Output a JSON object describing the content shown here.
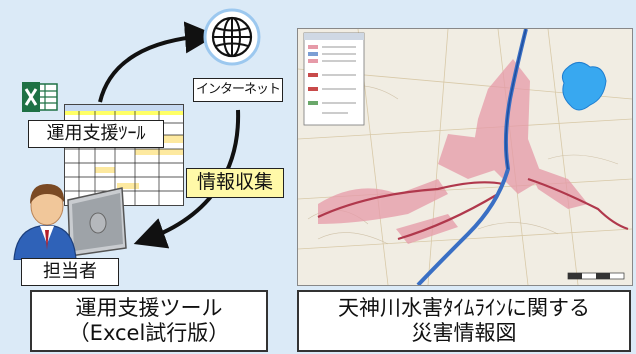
{
  "labels": {
    "tool": "運用支援ﾂｰﾙ",
    "internet": "インターネット",
    "collect": "情報収集",
    "person": "担当者"
  },
  "captions": {
    "left_line1": "運用支援ツール",
    "left_line2": "（Excel試行版）",
    "right_line1": "天神川水害ﾀｲﾑﾗｲﾝに関する",
    "right_line2": "災害情報図"
  },
  "icons": {
    "excel": "excel-icon",
    "globe": "globe-icon",
    "person": "person-at-computer-icon",
    "map": "flood-map-image"
  },
  "colors": {
    "background": "#dbeaf7",
    "collect_label_bg": "#fff9a8",
    "excel_green": "#1e7145",
    "river_blue": "#3a6fc4",
    "flood_pink": "#e69aa8",
    "lake_blue": "#38a8f0"
  }
}
